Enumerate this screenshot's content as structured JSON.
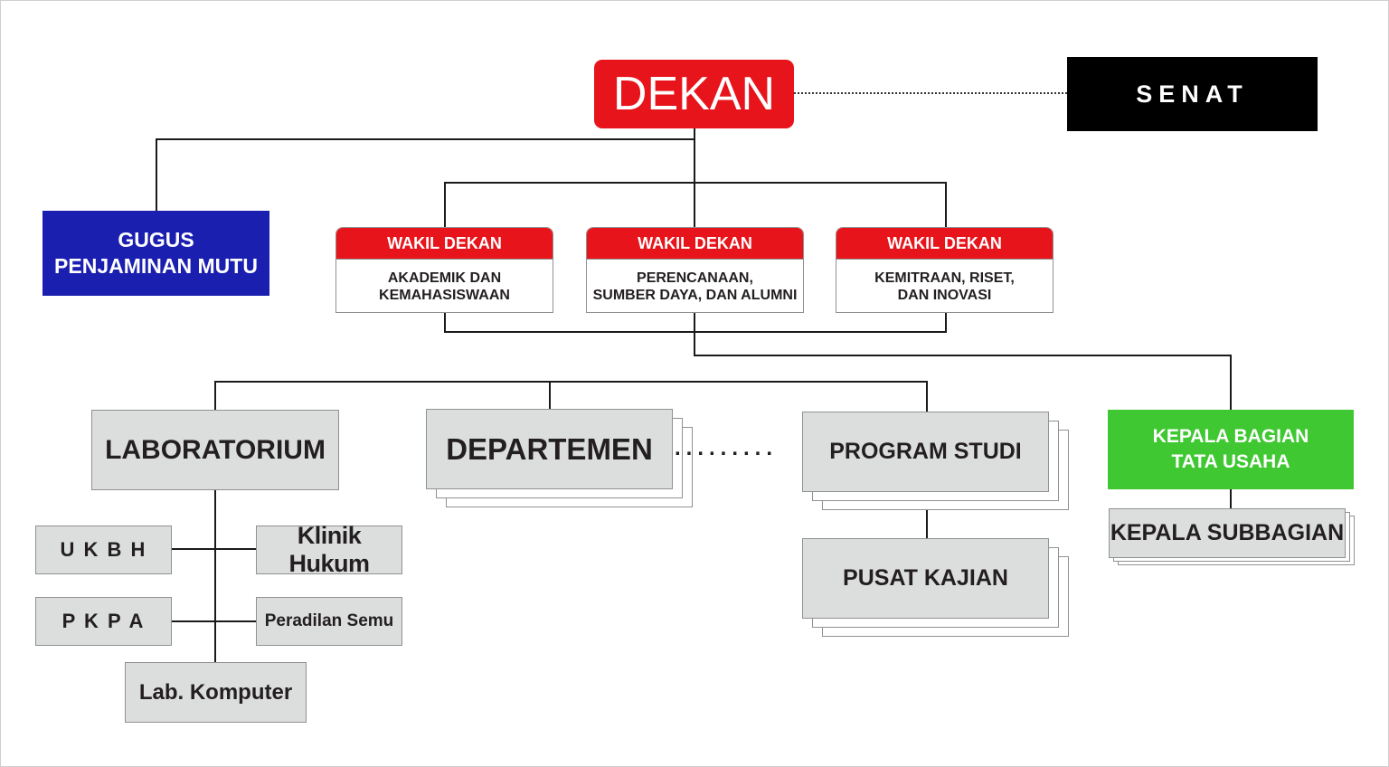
{
  "chart": {
    "dekan": "DEKAN",
    "senat": "SENAT",
    "gugus": "GUGUS\nPENJAMINAN MUTU",
    "wakil": [
      {
        "header": "WAKIL DEKAN",
        "body": "AKADEMIK DAN\nKEMAHASISWAAN"
      },
      {
        "header": "WAKIL DEKAN",
        "body": "PERENCANAAN,\nSUMBER DAYA, DAN ALUMNI"
      },
      {
        "header": "WAKIL DEKAN",
        "body": "KEMITRAAN, RISET,\nDAN INOVASI"
      }
    ],
    "laboratorium": "LABORATORIUM",
    "departemen": "DEPARTEMEN",
    "program_studi": "PROGRAM STUDI",
    "pusat_kajian": "PUSAT KAJIAN",
    "kepala_bagian": "KEPALA BAGIAN\nTATA USAHA",
    "kepala_subbagian": "KEPALA SUBBAGIAN",
    "ukbh": "U K B H",
    "klinik_hukum": "Klinik Hukum",
    "pkpa": "P K P A",
    "peradilan_semu": "Peradilan Semu",
    "lab_komputer": "Lab. Komputer",
    "dots": "........."
  },
  "colors": {
    "red": "#e7141b",
    "black": "#000000",
    "blue": "#1b1fb0",
    "green": "#3fc832",
    "grey": "#dcdedd"
  }
}
